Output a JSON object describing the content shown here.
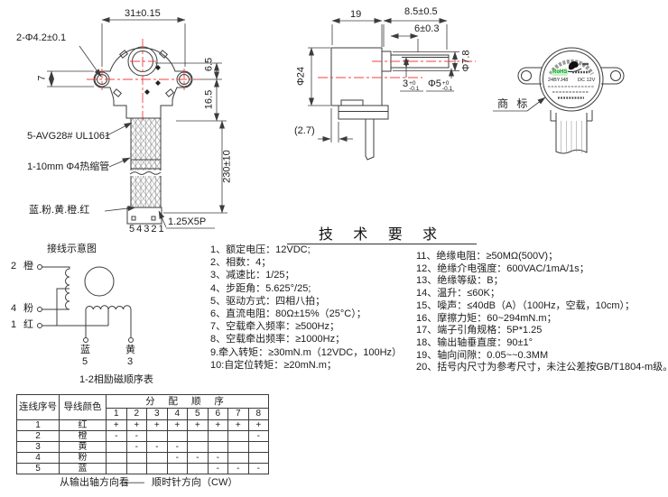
{
  "front_view": {
    "dim_hole_spacing": "31±0.15",
    "hole_callout": "2-Φ4.2±0.1",
    "dim_hole_offset": "7",
    "dim_shaft_to_center": "6.5",
    "dim_center_to_bottom": "16.5",
    "dim_lead_length": "230±10",
    "lead_wire_label": "5-AVG28# UL1061",
    "tube_label": "1-10mm Φ4热缩管",
    "wire_color_label": "蓝.粉.黄.橙.红",
    "pin_numbers": "54321",
    "connector_label": "1.25X5P"
  },
  "side_view": {
    "dim_body_depth": "19",
    "dim_shaft_length": "8.5±0.5",
    "dim_flat_length": "6±0.3",
    "dim_body_dia": "Φ24",
    "dim_boss_dia": "Φ7.8",
    "dim_flat_thickness": "3",
    "flat_tol_upper": "+0",
    "flat_tol_lower": "-0.1",
    "dim_shaft_dia": "Φ5",
    "shaft_tol_upper": "+0",
    "shaft_tol_lower": "-0.1",
    "dim_ref_offset": "(2.7)"
  },
  "back_view": {
    "trademark_callout": "商 标",
    "label_rohs": "RoHS",
    "label_model": "24BYJ48",
    "label_voltage": "DC 12V"
  },
  "wiring": {
    "title": "接线示意图",
    "terminal_2_pin": "2",
    "terminal_2_color": "橙",
    "terminal_4_pin": "4",
    "terminal_4_color": "粉",
    "terminal_1_pin": "1",
    "terminal_1_color": "红",
    "terminal_5_color": "蓝",
    "terminal_5_pin": "5",
    "terminal_3_color": "黄",
    "terminal_3_pin": "3",
    "subtitle": "1-2相励磁顺序表"
  },
  "tech": {
    "title": "技 术 要 求",
    "items_left": [
      "1、额定电压：12VDC;",
      "2、相数：4；",
      "3、减速比：1/25；",
      "4、步距角：5.625°/25;",
      "5、驱动方式：四相八拍；",
      "6、直流电阻：80Ω±15%（25°C）；",
      "7、空载牵入频率：≥500Hz；",
      "8、空载牵出频率：≥1000Hz；",
      "9.牵入转矩：≥30mN.m（12VDC，100Hz）",
      "10:自定位转矩：≥20mN.m；"
    ],
    "items_right": [
      "11、绝缘电阻：≥50MΩ(500V)；",
      "12、绝缘介电强度：600VAC/1mA/1s；",
      "13、绝缘等级：B；",
      "14、温升：≤60K；",
      "15、噪声：≤40dB（A）（100Hz，空载，10cm）；",
      "16、摩擦力矩：60~294mN.m；",
      "17、端子引角规格：5P*1.25",
      "18、输出轴垂直度：90±1°",
      "19、轴向间隙：0.05~~0.3MM",
      "20、括号内尺寸为参考尺寸，未注公差按GB/T1804-m级。"
    ]
  },
  "sequence_table": {
    "header_wire_no": "连线序号",
    "header_wire_color": "导线颜色",
    "header_sequence": "分 配 顺 序",
    "steps": [
      "1",
      "2",
      "3",
      "4",
      "5",
      "6",
      "7",
      "8"
    ],
    "rows": [
      {
        "no": "1",
        "color": "红",
        "cells": [
          "+",
          "+",
          "+",
          "+",
          "+",
          "+",
          "+",
          "+"
        ]
      },
      {
        "no": "2",
        "color": "橙",
        "cells": [
          "-",
          "-",
          "",
          "",
          "",
          "",
          "",
          "-"
        ]
      },
      {
        "no": "3",
        "color": "黄",
        "cells": [
          "",
          "-",
          "-",
          "-",
          "",
          "",
          "",
          ""
        ]
      },
      {
        "no": "4",
        "color": "粉",
        "cells": [
          "",
          "",
          "",
          "-",
          "-",
          "-",
          "",
          ""
        ]
      },
      {
        "no": "5",
        "color": "蓝",
        "cells": [
          "",
          "",
          "",
          "",
          "",
          "-",
          "-",
          "-"
        ]
      }
    ],
    "note_view": "从输出轴方向看",
    "note_dash": "——",
    "note_direction": "顺时针方向（CW）"
  },
  "colors": {
    "line": "#3c3c3c",
    "centerline": "#f04040",
    "rohs_green": "#0b9e2d"
  }
}
